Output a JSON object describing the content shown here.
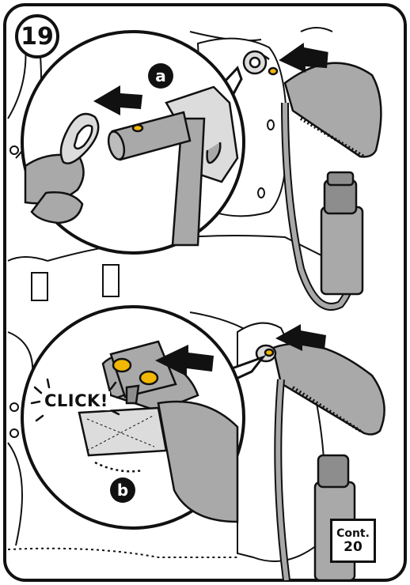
{
  "step": {
    "number": "19"
  },
  "callouts": {
    "a": "a",
    "b": "b"
  },
  "sound_effect": "CLICK!",
  "continue_badge": {
    "line1": "Cont.",
    "line2": "20"
  },
  "colors": {
    "ink": "#111111",
    "accent_yellow": "#f2b705",
    "part_gray": "#a9a9a9",
    "light_gray": "#dcdcdc",
    "paper": "#ffffff"
  }
}
